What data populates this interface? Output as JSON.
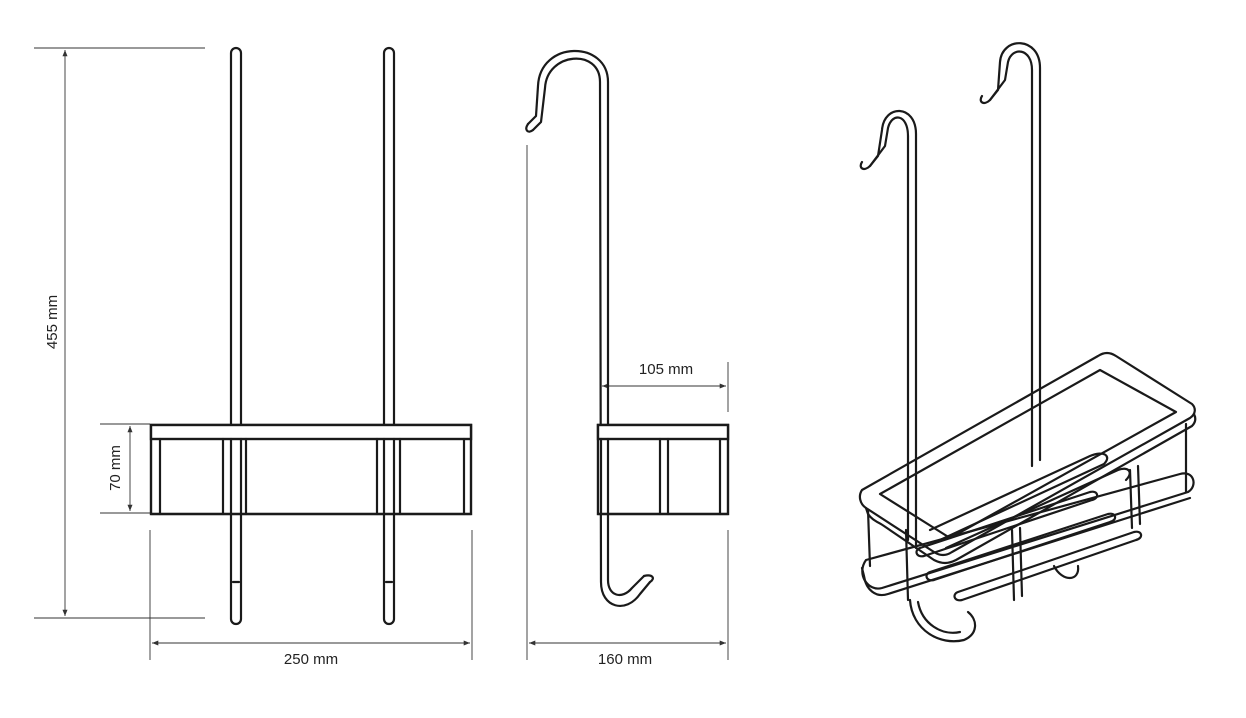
{
  "dimensions": {
    "height_total": "455 mm",
    "height_basket": "70 mm",
    "width_front": "250 mm",
    "depth_side": "160 mm",
    "depth_basket": "105 mm"
  },
  "colors": {
    "line": "#1a1a1a",
    "background": "#ffffff"
  }
}
